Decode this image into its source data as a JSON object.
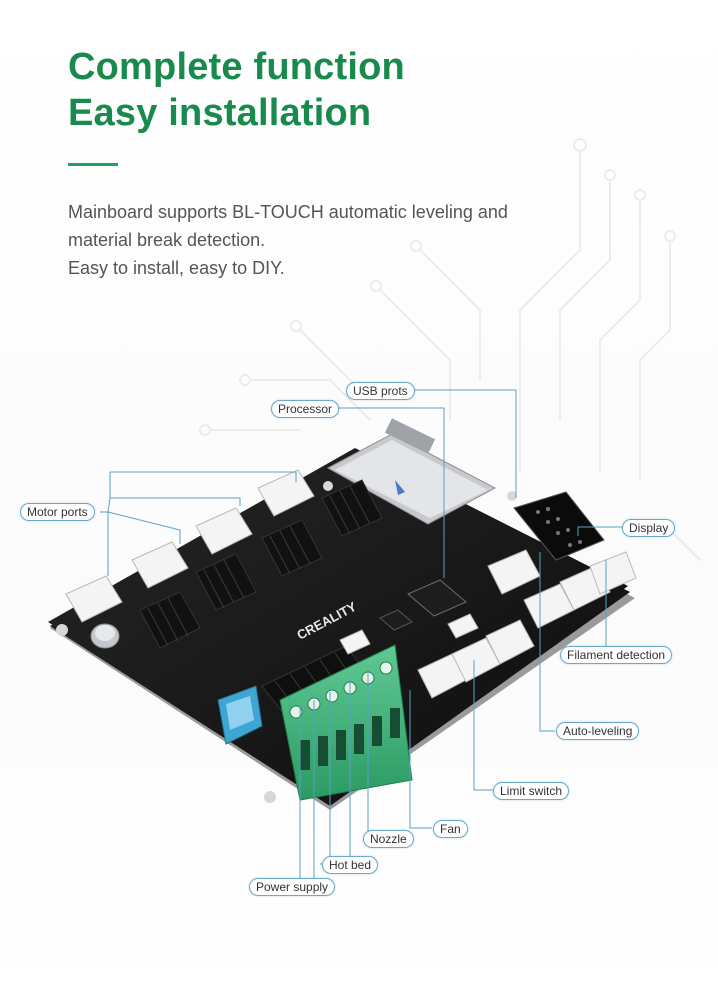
{
  "headline": {
    "line1": "Complete function",
    "line2": "Easy installation"
  },
  "description": {
    "line1": "Mainboard supports BL-TOUCH automatic leveling and",
    "line2": "material break detection.",
    "line3": "Easy to install, easy to DIY."
  },
  "board": {
    "brand": "CREALITY"
  },
  "callouts": {
    "usb": "USB prots",
    "processor": "Processor",
    "motor": "Motor ports",
    "display": "Display",
    "filament": "Filament detection",
    "autoleveling": "Auto-leveling",
    "limit": "Limit switch",
    "fan": "Fan",
    "nozzle": "Nozzle",
    "hotbed": "Hot bed",
    "power": "Power supply"
  },
  "colors": {
    "headline": "#178a4c",
    "accent": "#1ea163",
    "callout_border": "#6aa9c9",
    "pcb": "#141414",
    "terminal": "#3fb07a",
    "fuse": "#4ab0d9"
  }
}
